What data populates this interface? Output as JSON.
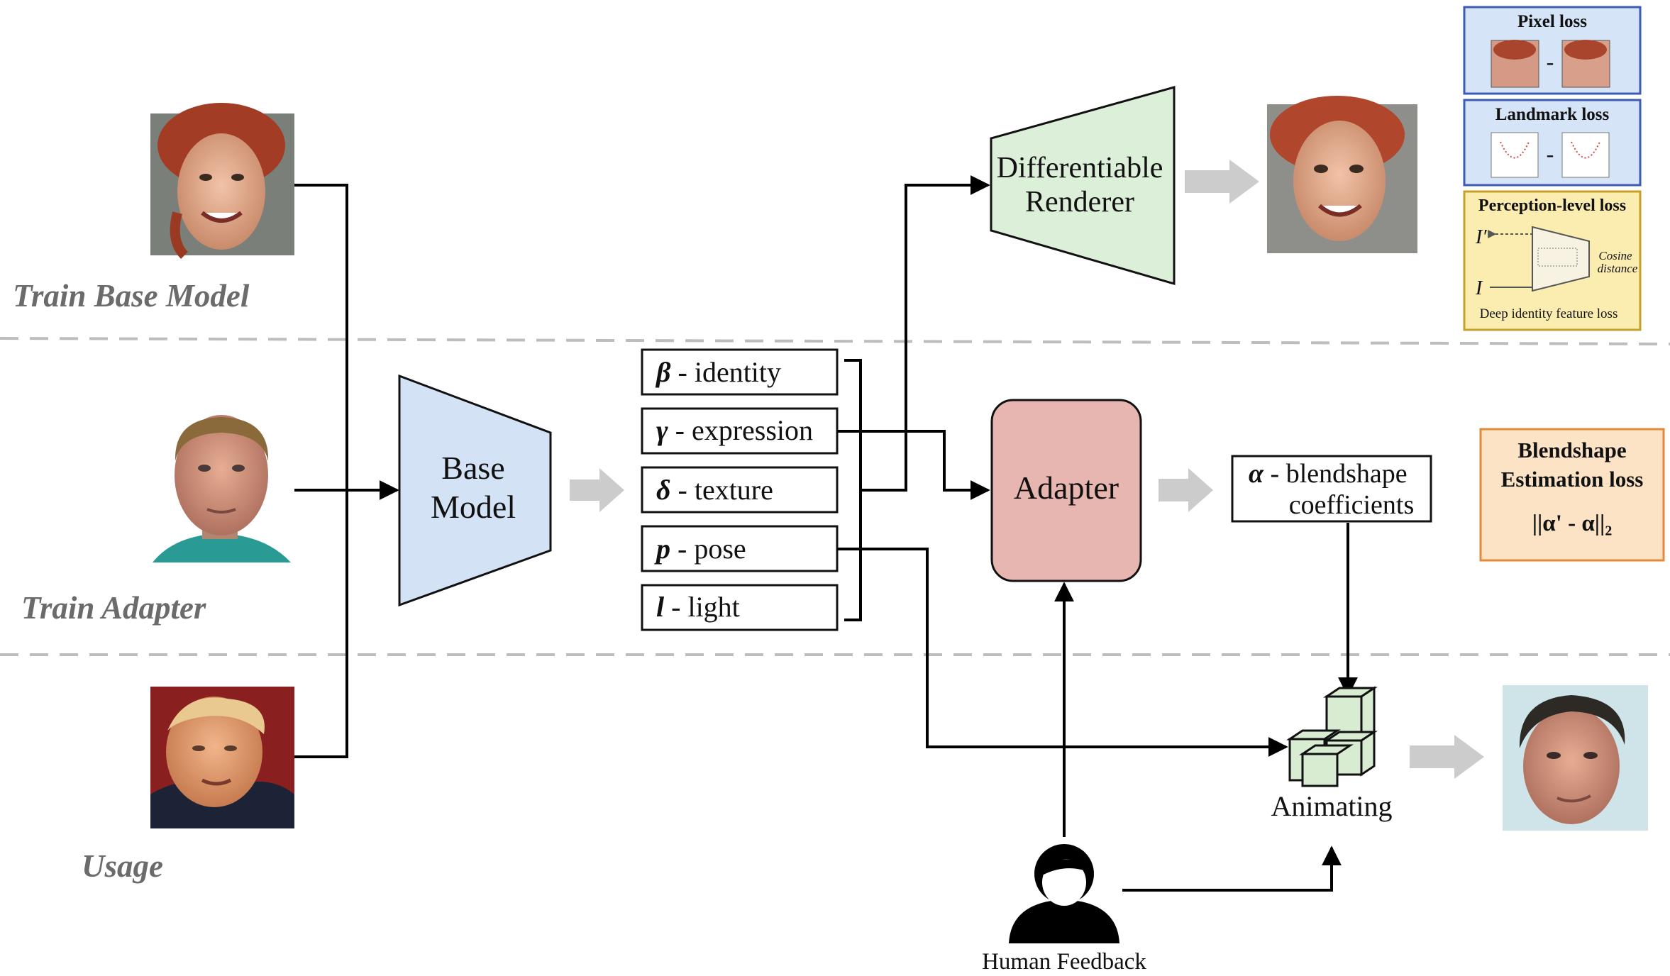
{
  "stages": {
    "train_base": "Train Base Model",
    "train_adapter": "Train Adapter",
    "usage": "Usage"
  },
  "base_model": {
    "line1": "Base",
    "line2": "Model"
  },
  "renderer": {
    "line1": "Differentiable",
    "line2": "Renderer"
  },
  "adapter": {
    "label": "Adapter"
  },
  "params": [
    {
      "symbol": "β",
      "label": "identity"
    },
    {
      "symbol": "γ",
      "label": "expression"
    },
    {
      "symbol": "δ",
      "label": "texture"
    },
    {
      "symbol": "p",
      "label": "pose"
    },
    {
      "symbol": "l",
      "label": "light"
    }
  ],
  "blendshape": {
    "symbol": "α",
    "line1": "blendshape",
    "line2": "coefficients"
  },
  "losses": {
    "pixel": "Pixel loss",
    "landmark": "Landmark loss",
    "perception": "Perception-level loss",
    "perception_inner": {
      "i_prime": "I′",
      "i": "I",
      "cosine1": "Cosine",
      "cosine2": "distance",
      "footer": "Deep identity feature loss"
    },
    "blendshape_title1": "Blendshape",
    "blendshape_title2": "Estimation loss",
    "blendshape_formula": "||α' - α||₂"
  },
  "animating": "Animating",
  "human_feedback": "Human Feedback",
  "colors": {
    "base_model": "#d3e2f5",
    "renderer": "#dcefd8",
    "adapter": "#e8b6b0",
    "pixel_box": "#d6e4f7",
    "landmark_box": "#d6e4f7",
    "perception_box": "#fbecb0",
    "blendshape_loss": "#fde3c6",
    "arrow_gray": "#cccccc",
    "cube": "#d8ecd2"
  }
}
